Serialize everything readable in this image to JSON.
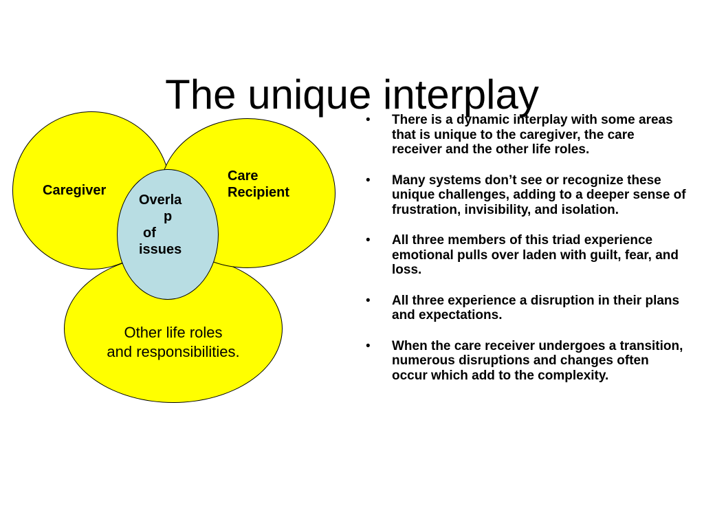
{
  "slide": {
    "title": "The unique interplay"
  },
  "diagram": {
    "caregiver_label": "Caregiver",
    "care_recipient_label": "Care Recipient",
    "overlap_label_lines": [
      "Overla",
      "p",
      "of",
      "issues"
    ],
    "other_label_line1": "Other life roles",
    "other_label_line2": "and responsibilities.",
    "colors": {
      "outer_circles": "#ffff00",
      "overlap_circle": "#b8dde3",
      "outline": "#000000"
    }
  },
  "bullets": {
    "marker": "•",
    "items": [
      "There is a dynamic interplay with some areas that is unique to the caregiver, the care receiver and the other life roles.",
      "Many systems don’t see or recognize these unique challenges, adding to a deeper sense of frustration, invisibility, and isolation.",
      "All three members of this triad experience emotional pulls over laden with guilt, fear, and loss.",
      "All three experience a disruption in their plans and expectations.",
      "When the care receiver undergoes a transition, numerous disruptions and changes often occur which add to the complexity."
    ]
  }
}
